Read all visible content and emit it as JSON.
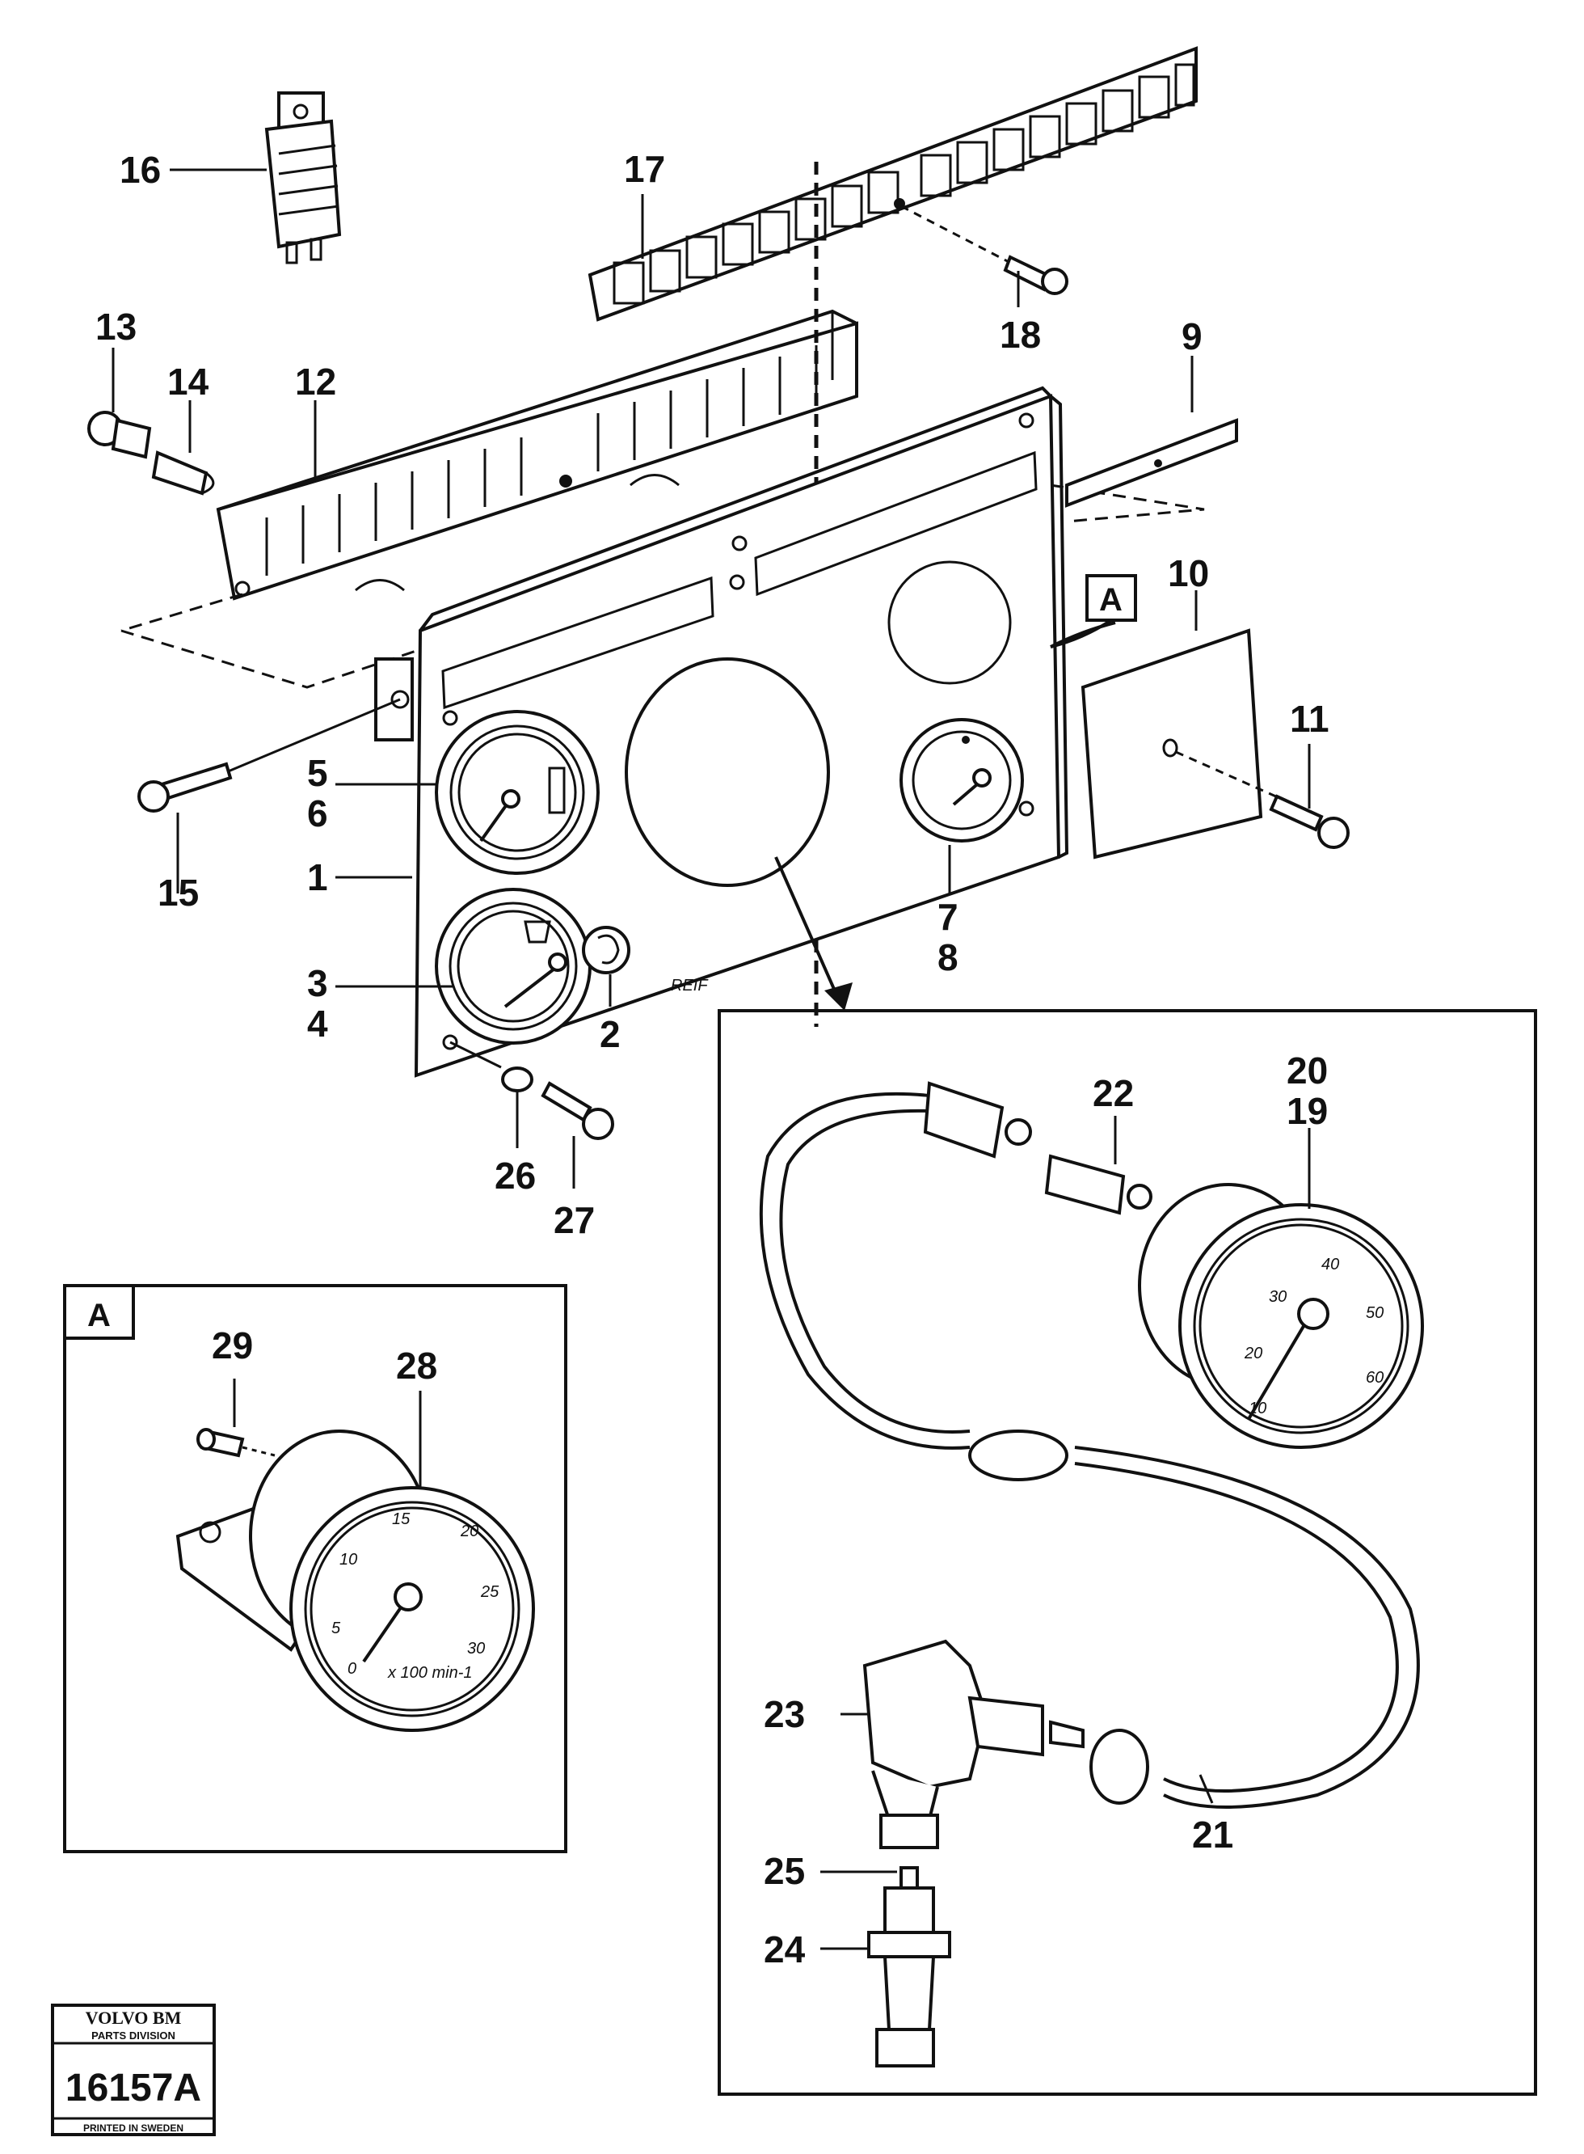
{
  "part_labels": {
    "p1": "1",
    "p2": "2",
    "p3": "3",
    "p4": "4",
    "p5": "5",
    "p6": "6",
    "p7": "7",
    "p8": "8",
    "p9": "9",
    "p10": "10",
    "p11": "11",
    "p12": "12",
    "p13": "13",
    "p14": "14",
    "p15": "15",
    "p16": "16",
    "p17": "17",
    "p18": "18",
    "p19": "19",
    "p20": "20",
    "p21": "21",
    "p22": "22",
    "p23": "23",
    "p24": "24",
    "p25": "25",
    "p26": "26",
    "p27": "27",
    "p28": "28",
    "p29": "29"
  },
  "detail_ref": "A",
  "panel_marking": "REIF",
  "speedometer_scale": [
    "10",
    "20",
    "30",
    "40",
    "50",
    "60"
  ],
  "tachometer_scale": [
    "0",
    "5",
    "10",
    "15",
    "20",
    "25",
    "30"
  ],
  "tachometer_unit": "x 100 min-1",
  "stamp": {
    "brand": "VOLVO BM",
    "division": "PARTS DIVISION",
    "number": "16157A",
    "origin": "PRINTED IN SWEDEN"
  }
}
